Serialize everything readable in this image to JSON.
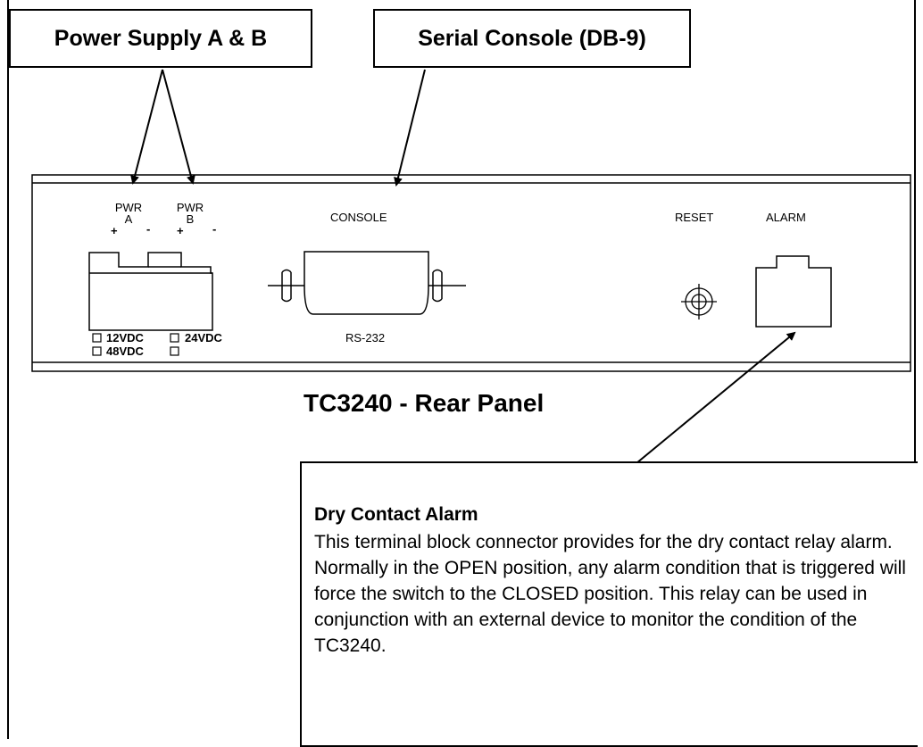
{
  "callouts": {
    "power_supply": "Power Supply A & B",
    "serial_console": "Serial Console (DB-9)"
  },
  "panel": {
    "pwr_a": [
      "PWR",
      "A"
    ],
    "pwr_b": [
      "PWR",
      "B"
    ],
    "plus": "+",
    "minus": "-",
    "console_label": "CONSOLE",
    "rs232_label": "RS-232",
    "reset_label": "RESET",
    "alarm_label": "ALARM",
    "voltage_options": [
      "12VDC",
      "24VDC",
      "48VDC"
    ]
  },
  "panel_title": "TC3240 - Rear Panel",
  "alarm_note": {
    "heading": "Dry Contact Alarm",
    "description": "This terminal block connector provides for the dry contact relay alarm.  Normally in the OPEN position, any alarm condition that is triggered will force the switch to the CLOSED position.  This relay can be used in conjunction with an external device to monitor the condition of the TC3240."
  }
}
